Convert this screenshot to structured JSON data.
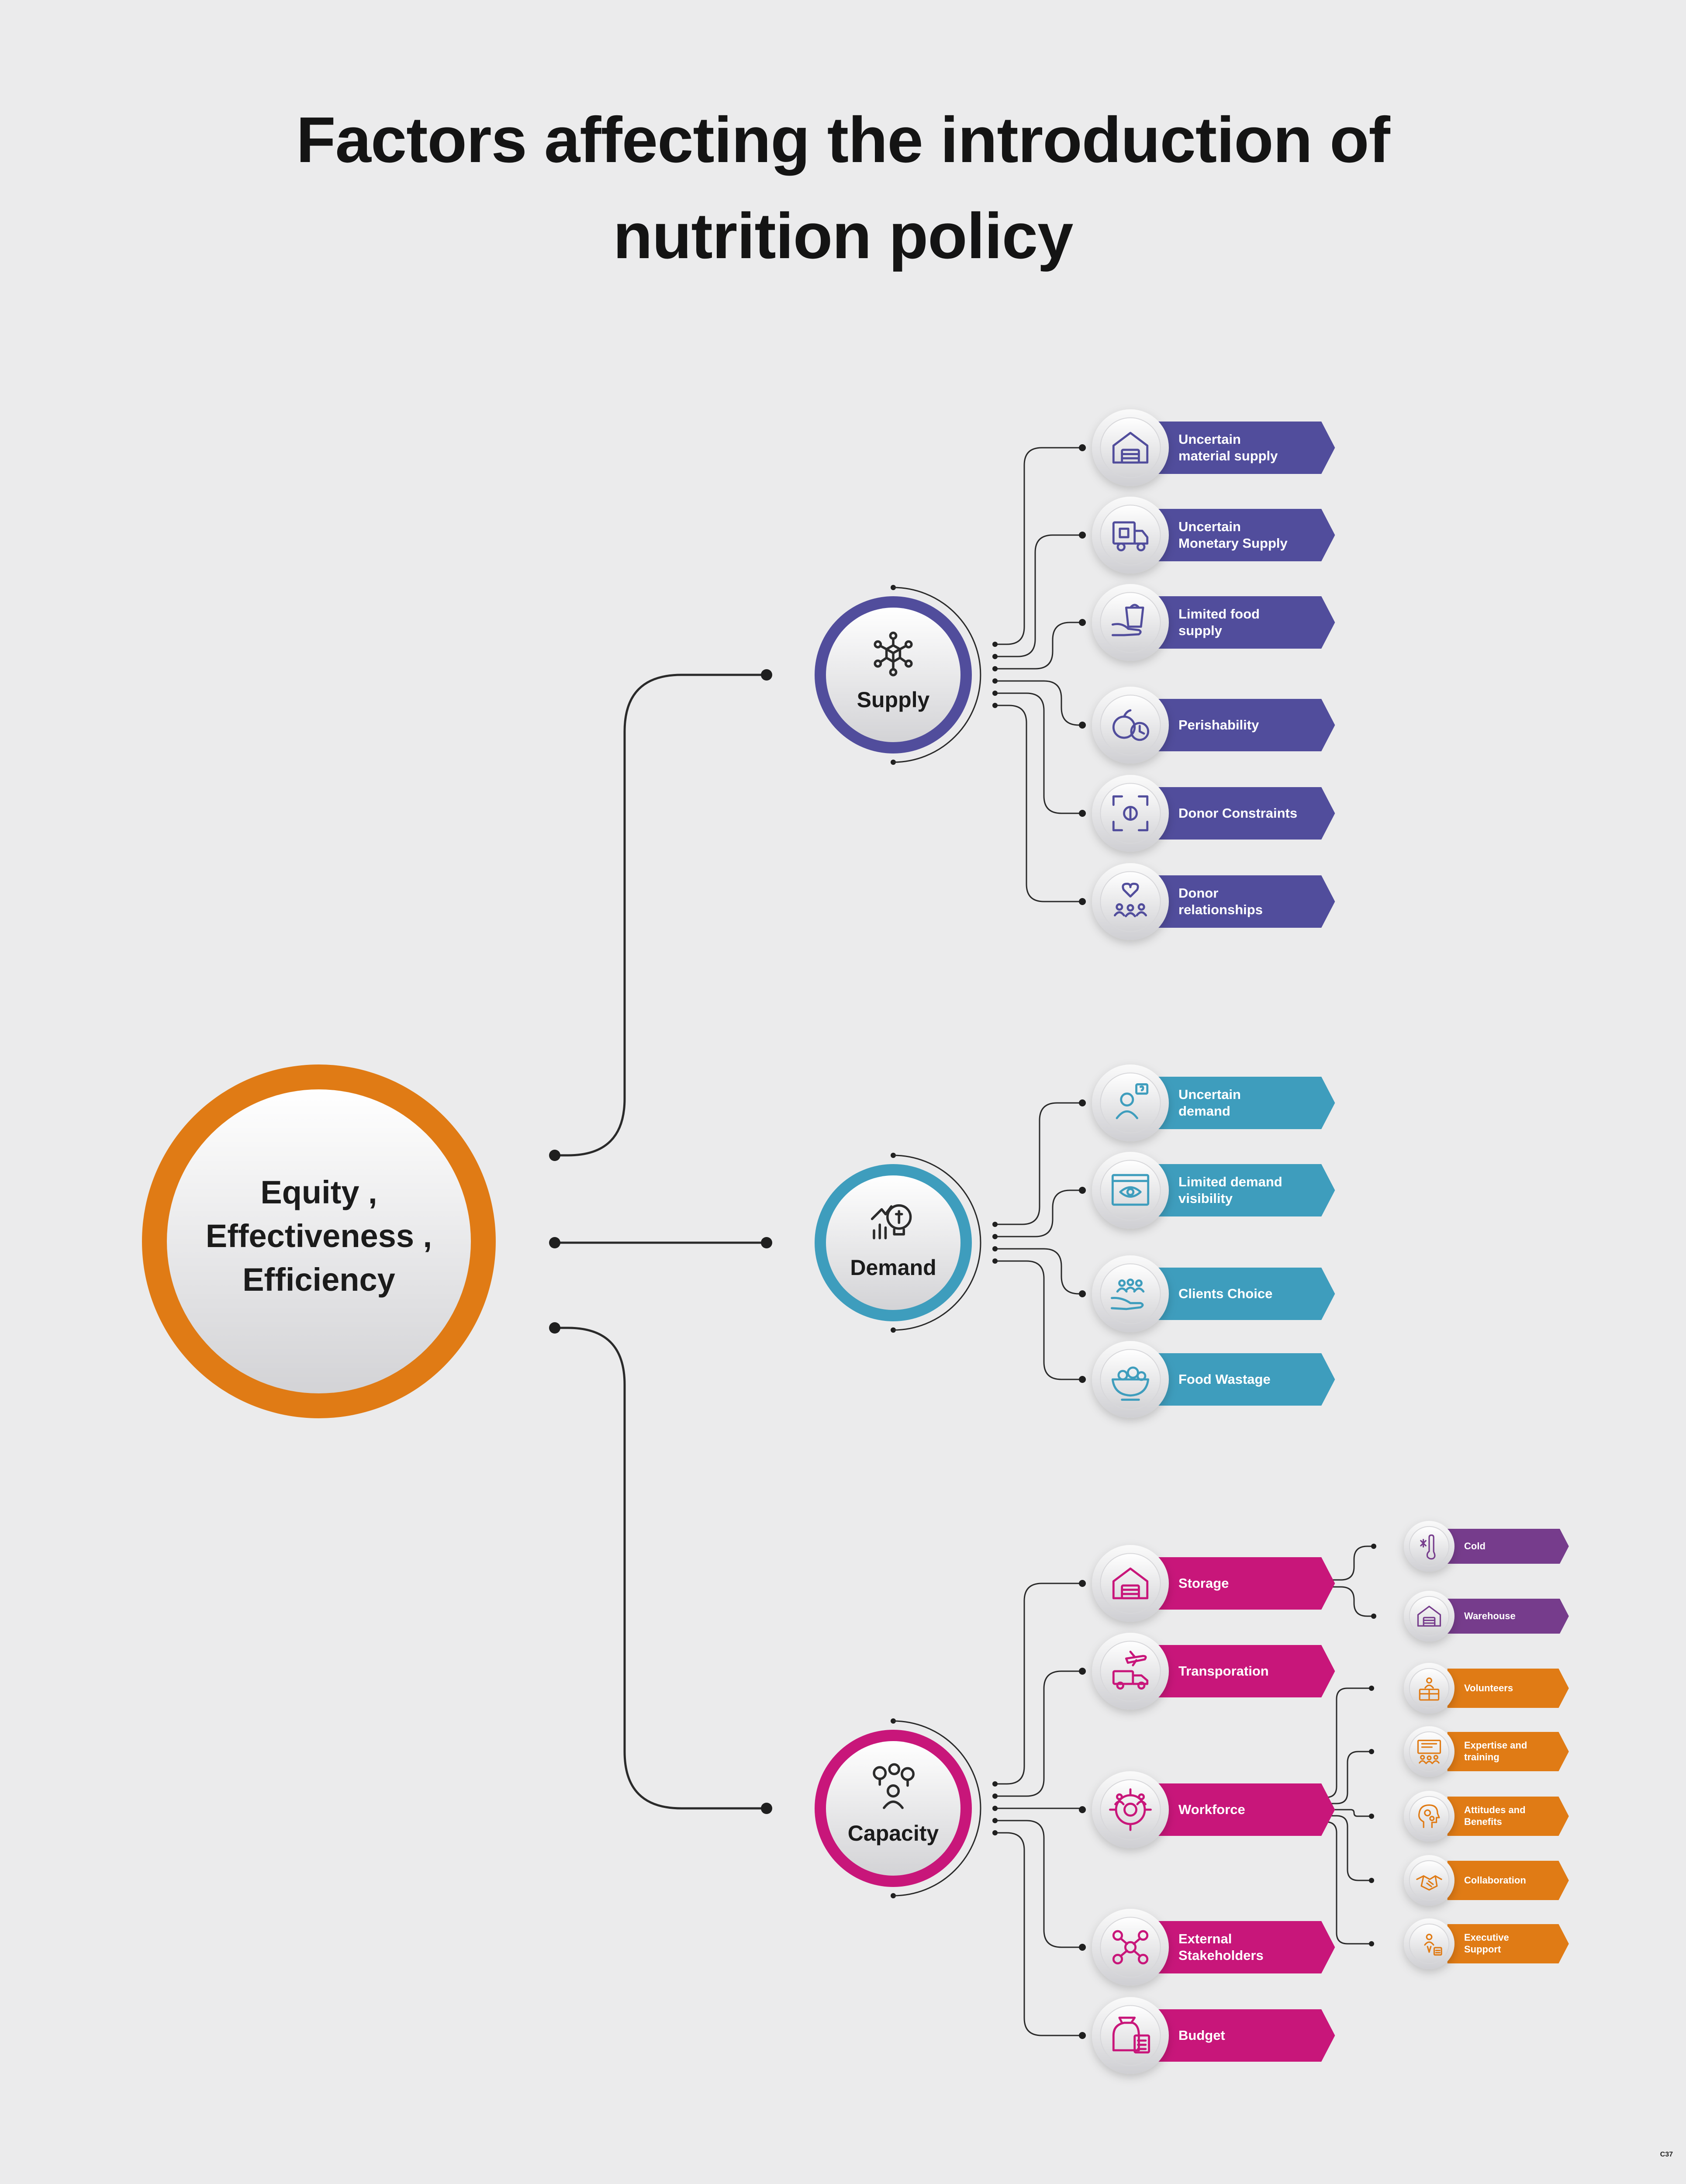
{
  "title": {
    "line1": "Factors affecting the introduction of",
    "line2": "nutrition policy"
  },
  "center": {
    "line1": "Equity ,",
    "line2": "Effectiveness ,",
    "line3": "Efficiency",
    "color": "#e07b15"
  },
  "categories": [
    {
      "key": "supply",
      "label": "Supply",
      "icon": "network-box-icon",
      "color": "#514d9c",
      "items": [
        {
          "label": "Uncertain material supply",
          "lines": [
            "Uncertain",
            "material supply"
          ],
          "icon": "warehouse-truck-icon"
        },
        {
          "label": "Uncertain Monetary Supply",
          "lines": [
            "Uncertain",
            "Monetary Supply"
          ],
          "icon": "delivery-truck-icon"
        },
        {
          "label": "Limited food supply",
          "lines": [
            "Limited food",
            "supply"
          ],
          "icon": "hand-grocery-bag-icon"
        },
        {
          "label": "Perishability",
          "lines": [
            "Perishability"
          ],
          "icon": "food-timer-icon"
        },
        {
          "label": "Donor Constraints",
          "lines": [
            "Donor Constraints"
          ],
          "icon": "focus-frame-icon"
        },
        {
          "label": "Donor relationships",
          "lines": [
            "Donor",
            "relationships"
          ],
          "icon": "heart-people-icon"
        }
      ]
    },
    {
      "key": "demand",
      "label": "Demand",
      "icon": "bulb-growth-icon",
      "color": "#3e9dbd",
      "items": [
        {
          "label": "Uncertain demand",
          "lines": [
            "Uncertain",
            "demand"
          ],
          "icon": "question-person-icon"
        },
        {
          "label": "Limited demand visibility",
          "lines": [
            "Limited demand",
            "visibility"
          ],
          "icon": "eye-screen-icon"
        },
        {
          "label": "Clients Choice",
          "lines": [
            "Clients Choice"
          ],
          "icon": "hand-people-icon"
        },
        {
          "label": "Food Wastage",
          "lines": [
            "Food Wastage"
          ],
          "icon": "salad-bowl-icon"
        }
      ]
    },
    {
      "key": "capacity",
      "label": "Capacity",
      "icon": "person-ideas-icon",
      "color": "#c8167a",
      "items": [
        {
          "label": "Storage",
          "lines": [
            "Storage"
          ],
          "icon": "warehouse-icon"
        },
        {
          "label": "Transporation",
          "lines": [
            "Transporation"
          ],
          "icon": "plane-truck-icon"
        },
        {
          "label": "Workforce",
          "lines": [
            "Workforce"
          ],
          "icon": "team-gear-icon"
        },
        {
          "label": "External Stakeholders",
          "lines": [
            "External",
            "Stakeholders"
          ],
          "icon": "network-people-icon"
        },
        {
          "label": "Budget",
          "lines": [
            "Budget"
          ],
          "icon": "money-bag-icon"
        }
      ]
    }
  ],
  "storage_sub": {
    "color": "#763c8c",
    "items": [
      {
        "label": "Cold",
        "lines": [
          "Cold"
        ],
        "icon": "thermometer-snow-icon"
      },
      {
        "label": "Warehouse",
        "lines": [
          "Warehouse"
        ],
        "icon": "warehouse-icon"
      }
    ]
  },
  "workforce_sub": {
    "color": "#e07b15",
    "items": [
      {
        "label": "Volunteers",
        "lines": [
          "Volunteers"
        ],
        "icon": "volunteer-box-icon"
      },
      {
        "label": "Expertise and training",
        "lines": [
          "Expertise and",
          "training"
        ],
        "icon": "presentation-icon"
      },
      {
        "label": "Attitudes and Benefits",
        "lines": [
          "Attitudes and",
          "Benefits"
        ],
        "icon": "head-gears-icon"
      },
      {
        "label": "Collaboration",
        "lines": [
          "Collaboration"
        ],
        "icon": "handshake-icon"
      },
      {
        "label": "Executive Support",
        "lines": [
          "Executive",
          "Support"
        ],
        "icon": "executive-icon"
      }
    ]
  },
  "corner_code": "C37"
}
